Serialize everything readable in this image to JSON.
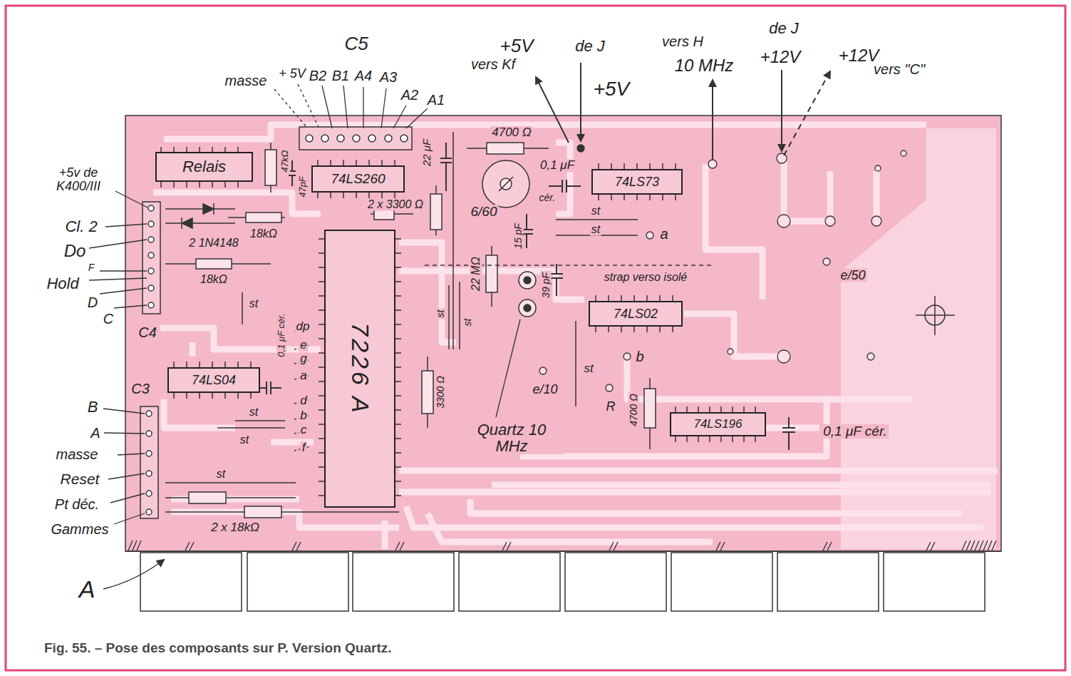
{
  "diagram": {
    "caption": "Fig. 55. – Pose des composants sur P. Version Quartz.",
    "nodes": [
      {
        "text": [
          "Relais"
        ]
      },
      {
        "text": [
          "74LS260"
        ]
      },
      {
        "text": [
          "7226 A"
        ]
      },
      {
        "text": [
          "74LS73"
        ]
      },
      {
        "text": [
          "74LS02"
        ]
      },
      {
        "text": [
          "74LS04"
        ]
      },
      {
        "text": [
          "74LS196"
        ]
      }
    ],
    "labels": [
      "C5",
      "masse",
      "+ 5V",
      "B2",
      "B1",
      "A4",
      "A3",
      "A2",
      "A1",
      "+5V",
      "vers Kf",
      "de J",
      "+5V",
      "vers H",
      "10 MHz",
      "de J",
      "+12V",
      "+12V",
      "vers \"C\"",
      "47kΩ",
      "47pF",
      "22 μF",
      "4700 Ω",
      "0,1 μF",
      "cér.",
      "2 x 3300 Ω",
      "6/60",
      "15 pF",
      "22 MΩ",
      "39 pF",
      "st",
      "st",
      "a",
      "strap verso isolé",
      "e/50",
      "+5v de K400/III",
      "Cl. 2",
      "Do",
      "F",
      "Hold",
      "D",
      "C",
      "C4",
      "2 1N4148",
      "18kΩ",
      "18kΩ",
      "st",
      "0,1 μF cér.",
      "dp",
      "e",
      "g",
      "a",
      "d",
      "b",
      "c",
      "f",
      "st",
      "st",
      "3300 Ω",
      "st",
      "st",
      "Quartz 10 MHz",
      "e/10",
      "st",
      "b",
      "R",
      "4700 Ω",
      "0,1 μF cér.",
      "C3",
      "B",
      "A",
      "masse",
      "Reset",
      "Pt déc.",
      "Gammes",
      "st",
      "2 x 18kΩ",
      "A"
    ]
  }
}
